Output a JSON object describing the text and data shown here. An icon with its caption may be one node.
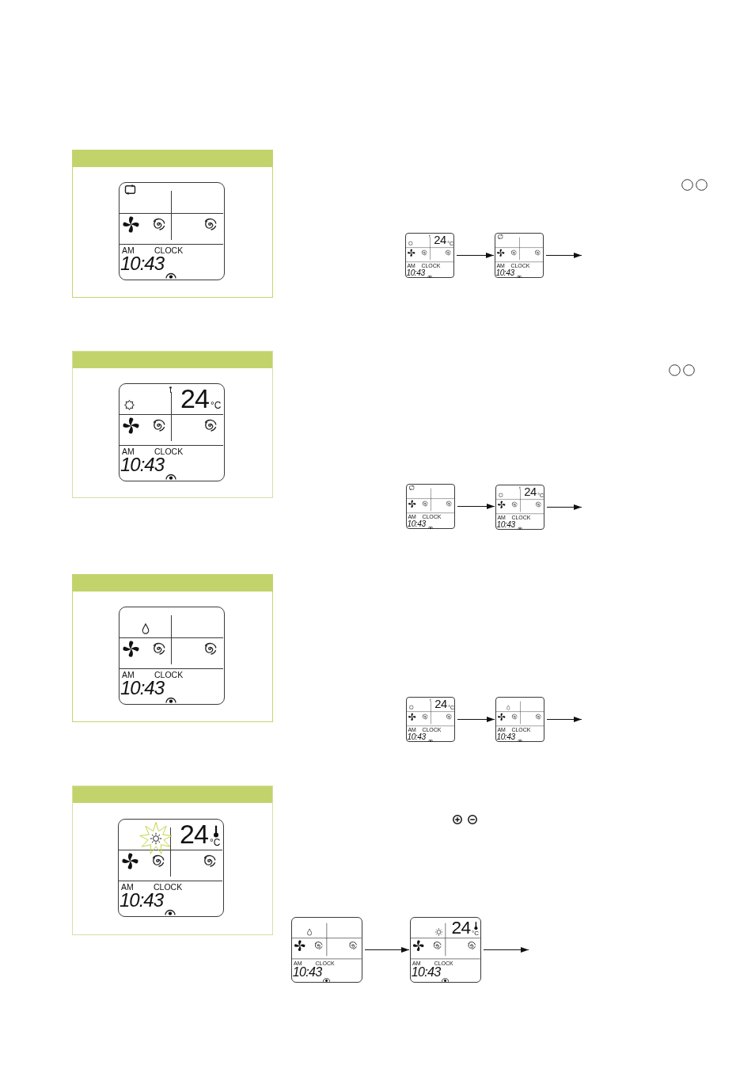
{
  "diagram": {
    "nodes": [
      {
        "text": [],
        "shape": "box"
      },
      {
        "text": [
          "AM",
          "CLOCK",
          "10:43"
        ],
        "in": 0
      },
      {
        "text": [
          "24",
          "°C",
          "AM",
          "CLOCK",
          "10:43"
        ]
      },
      {
        "text": [
          "AM",
          "CLOCK",
          "10:43"
        ]
      },
      {
        "text": [],
        "shape": "box"
      },
      {
        "text": [
          "24",
          "°C",
          "AM",
          "CLOCK",
          "10:43"
        ],
        "in": 4
      },
      {
        "text": [
          "AM",
          "CLOCK",
          "10:43"
        ]
      },
      {
        "text": [
          "24",
          "°C",
          "AM",
          "CLOCK",
          "10:43"
        ]
      },
      {
        "text": [],
        "shape": "box"
      },
      {
        "text": [
          "AM",
          "CLOCK",
          "10:43"
        ],
        "in": 8
      },
      {
        "text": [
          "24",
          "°C",
          "AM",
          "CLOCK",
          "10:43"
        ]
      },
      {
        "text": [
          "AM",
          "CLOCK",
          "10:43"
        ]
      },
      {
        "text": [],
        "shape": "box"
      },
      {
        "text": [
          "24",
          "°C",
          "AM",
          "CLOCK",
          "10:43"
        ],
        "in": 12
      },
      {
        "text": [
          "AM",
          "CLOCK",
          "10:43"
        ]
      },
      {
        "text": [
          "24",
          "°C",
          "AM",
          "CLOCK",
          "10:43"
        ]
      }
    ],
    "edges": [
      {
        "from": 2,
        "to": 3,
        "arrow": "to"
      },
      {
        "from": 3,
        "to": null,
        "arrow": "to"
      },
      {
        "from": 6,
        "to": 7,
        "arrow": "to"
      },
      {
        "from": 7,
        "to": null,
        "arrow": "to"
      },
      {
        "from": 10,
        "to": 11,
        "arrow": "to"
      },
      {
        "from": 11,
        "to": null,
        "arrow": "to"
      },
      {
        "from": 14,
        "to": 15,
        "arrow": "to"
      },
      {
        "from": 15,
        "to": null,
        "arrow": "to"
      }
    ]
  }
}
